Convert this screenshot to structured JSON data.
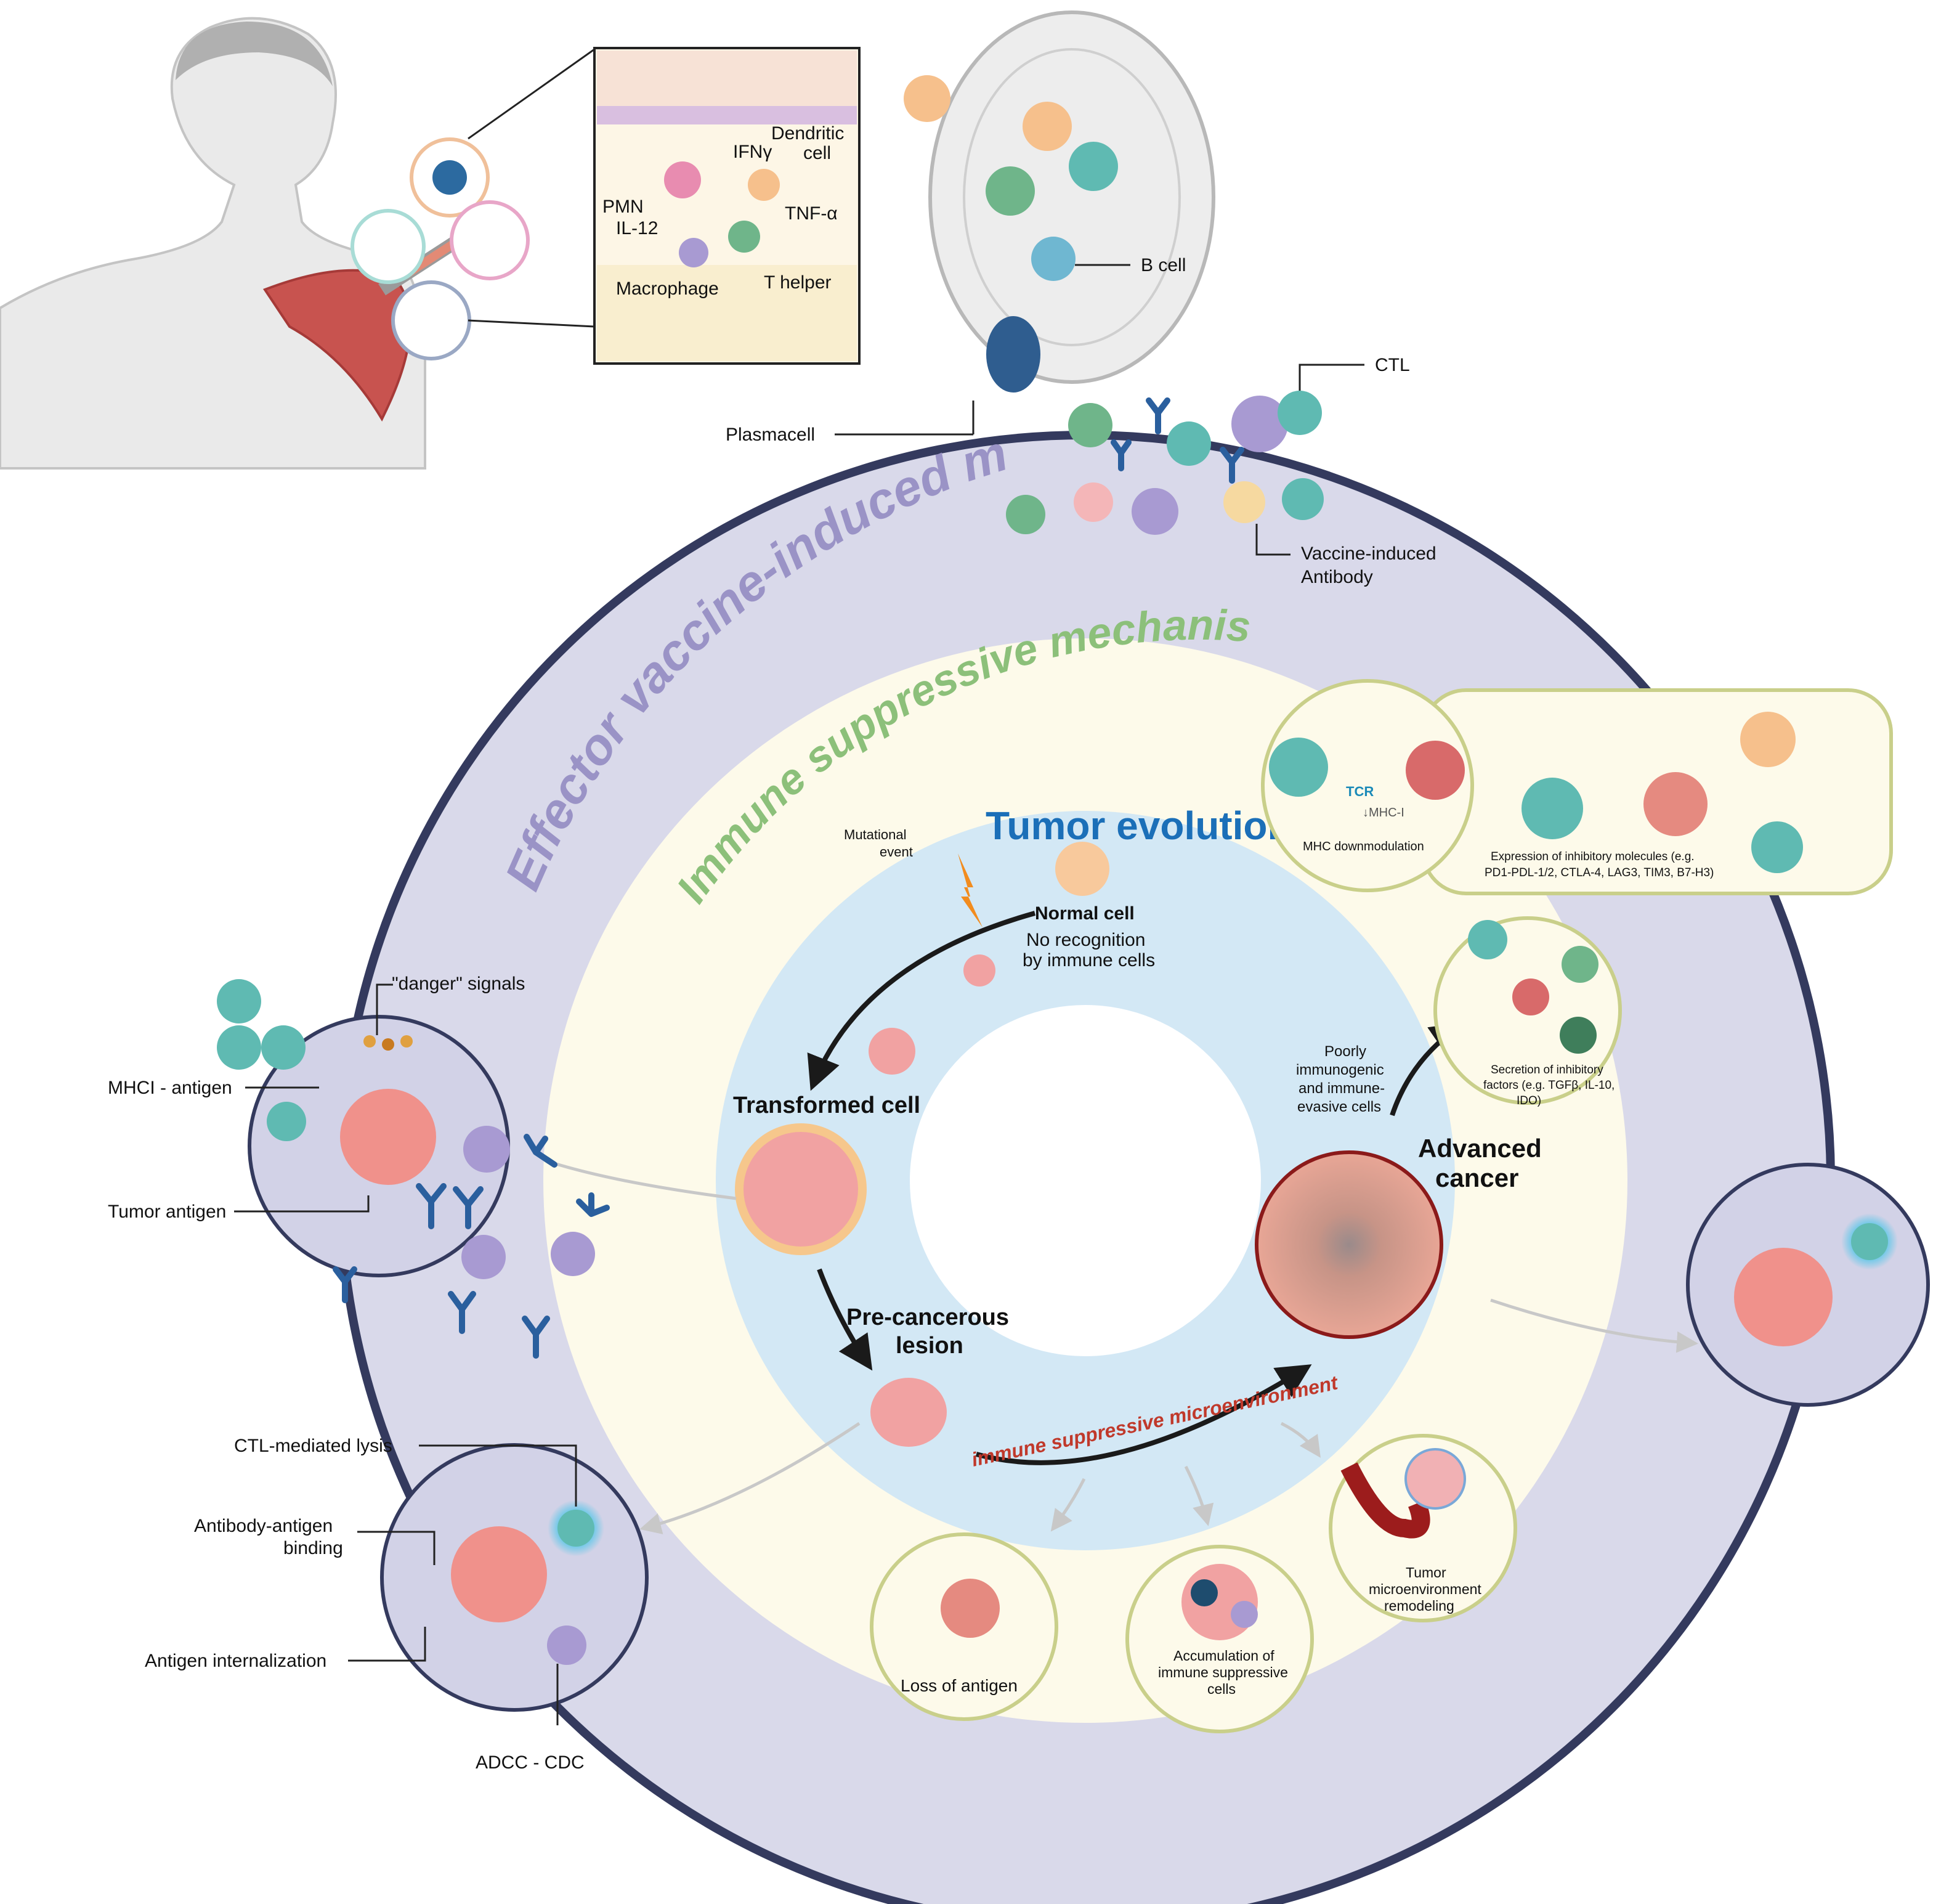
{
  "rings": {
    "outer_title": "Effector vaccine-induced mechanisms",
    "middle_title": "Immune suppressive mechanisms",
    "inner_title": "Tumor evolution"
  },
  "vaccination": {
    "skin_labels": {
      "pmn": "PMN",
      "il12": "IL-12",
      "ifng": "IFNγ",
      "dendritic": "Dendritic",
      "dendritic2": "cell",
      "tnfa": "TNF-α",
      "macrophage": "Macrophage",
      "thelper": "T helper"
    }
  },
  "lymph_node": {
    "b_cell": "B cell",
    "plasmacell": "Plasmacell",
    "ctl": "CTL",
    "antibody_line1": "Vaccine-induced",
    "antibody_line2": "Antibody"
  },
  "tumor": {
    "mutational1": "Mutational",
    "mutational2": "event",
    "normal_cell": "Normal cell",
    "no_recog1": "No recognition",
    "no_recog2": "by immune cells",
    "transformed": "Transformed cell",
    "precancer1": "Pre-cancerous",
    "precancer2": "lesion",
    "immune_env": "immune suppressive microenvironment",
    "advanced1": "Advanced",
    "advanced2": "cancer",
    "poorly1": "Poorly",
    "poorly2": "immunogenic",
    "poorly3": "and immune-",
    "poorly4": "evasive cells"
  },
  "suppression": {
    "tcr": "TCR",
    "mhc_i": "↓MHC-I",
    "mhc_down": "MHC downmodulation",
    "inhib1": "Expression of inhibitory molecules (e.g.",
    "inhib2": "PD1-PDL-1/2, CTLA-4, LAG3, TIM3, B7-H3)",
    "secretion1": "Secretion of inhibitory",
    "secretion2": "factors (e.g. TGFβ, IL-10,",
    "secretion3": "IDO)",
    "loss": "Loss of antigen",
    "accum1": "Accumulation of",
    "accum2": "immune suppressive",
    "accum3": "cells",
    "tme1": "Tumor",
    "tme2": "microenvironment",
    "tme3": "remodeling"
  },
  "effector": {
    "danger": "\"danger\" signals",
    "mhci": "MHCI - antigen",
    "tumor_antigen": "Tumor antigen",
    "ctl_lysis": "CTL-mediated lysis",
    "ab_binding1": "Antibody-antigen",
    "ab_binding2": "binding",
    "internalization": "Antigen internalization",
    "adcc": "ADCC - CDC"
  },
  "colors": {
    "outer_ring": "#d9d9ea",
    "middle_ring": "#fdfaea",
    "inner_ring": "#d3e8f5",
    "outer_title": "#9a93c6",
    "middle_title": "#8cc07a",
    "inner_title": "#1b6fb8",
    "immune_env": "#c0392b"
  }
}
